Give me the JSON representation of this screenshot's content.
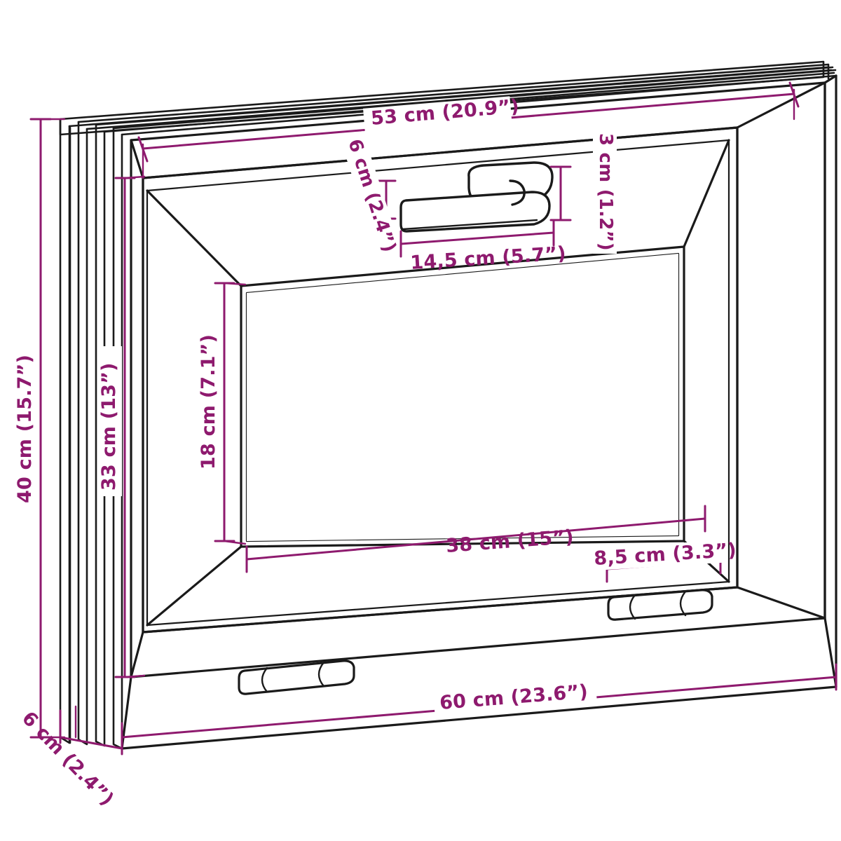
{
  "drawing": {
    "title": "Window technical dimension drawing",
    "colors": {
      "dimension": "#8e1a6e",
      "outline": "#1a1a1a",
      "background": "#ffffff"
    },
    "dimensions": {
      "outer_width": "60 cm (23.6”)",
      "outer_height": "40 cm (15.7”)",
      "depth": "6 cm (2.4”)",
      "sash_width": "53 cm (20.9”)",
      "sash_height": "33 cm (13”)",
      "glass_width": "38 cm (15”)",
      "glass_height": "18 cm (7.1”)",
      "handle_offset": "6 cm (2.4”)",
      "handle_height": "3 cm (1.2”)",
      "handle_width": "14,5 cm (5.7”)",
      "hinge_width": "8,5 cm (3.3”)"
    },
    "parts": {
      "handle": "window-handle",
      "hinge_left": "hinge-left",
      "hinge_right": "hinge-right",
      "frame": "window-frame",
      "sash": "window-sash",
      "glass": "glass-pane"
    }
  }
}
